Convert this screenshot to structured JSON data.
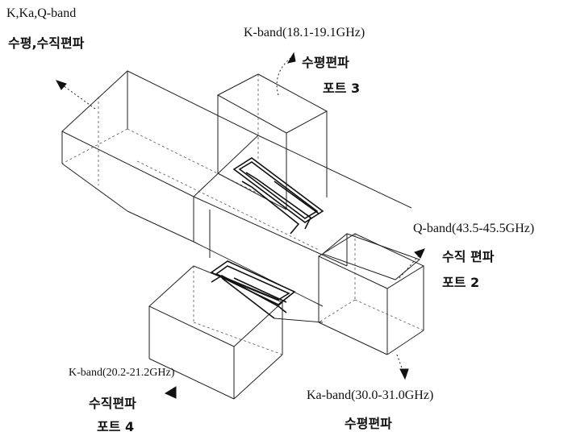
{
  "port_common": {
    "band": "K,Ka,Q-band",
    "polarization": "수평,수직편파"
  },
  "port_3": {
    "band": "K-band(18.1-19.1GHz)",
    "polarization": "수평편파",
    "port": "포트 3"
  },
  "port_2": {
    "band": "Q-band(43.5-45.5GHz)",
    "polarization": "수직 편파",
    "port": "포트 2"
  },
  "port_4": {
    "band": "K-band(20.2-21.2GHz)",
    "polarization": "수직편파",
    "port": "포트 4"
  },
  "port_ka": {
    "band": "Ka-band(30.0-31.0GHz)",
    "polarization": "수평편파"
  },
  "colors": {
    "line": "#222222",
    "text": "#111111",
    "background": "#ffffff"
  }
}
